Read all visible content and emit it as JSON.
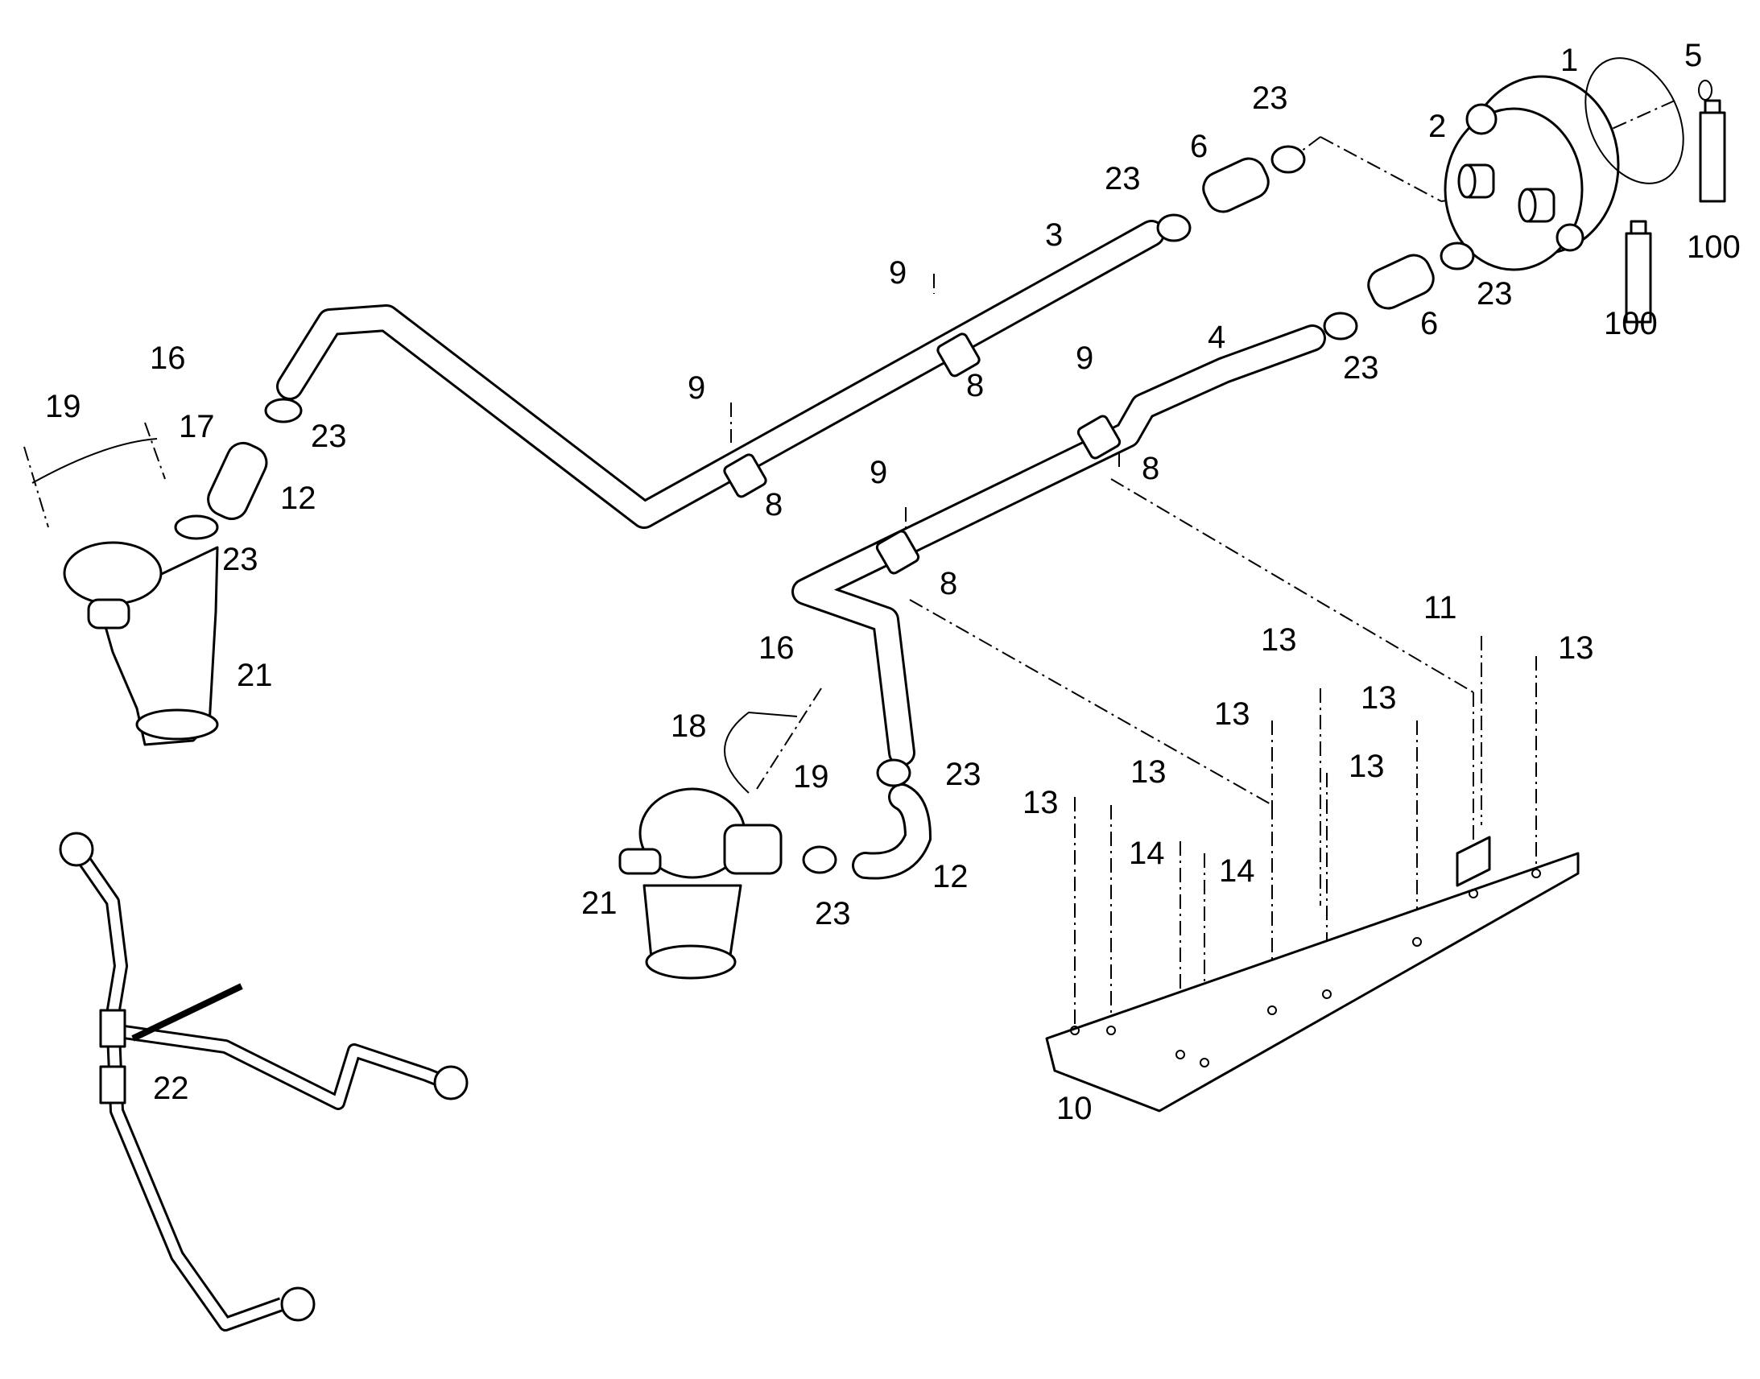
{
  "callouts": [
    {
      "id": "c1",
      "text": "1"
    },
    {
      "id": "c5",
      "text": "5"
    },
    {
      "id": "c2",
      "text": "2"
    },
    {
      "id": "c23a",
      "text": "23"
    },
    {
      "id": "c6a",
      "text": "6"
    },
    {
      "id": "c23b",
      "text": "23"
    },
    {
      "id": "c3",
      "text": "3"
    },
    {
      "id": "c100a",
      "text": "100"
    },
    {
      "id": "c100b",
      "text": "100"
    },
    {
      "id": "c23c",
      "text": "23"
    },
    {
      "id": "c6b",
      "text": "6"
    },
    {
      "id": "c23d",
      "text": "23"
    },
    {
      "id": "c4",
      "text": "4"
    },
    {
      "id": "c9a",
      "text": "9"
    },
    {
      "id": "c9b",
      "text": "9"
    },
    {
      "id": "c9c",
      "text": "9"
    },
    {
      "id": "c9d",
      "text": "9"
    },
    {
      "id": "c8a",
      "text": "8"
    },
    {
      "id": "c8b",
      "text": "8"
    },
    {
      "id": "c8c",
      "text": "8"
    },
    {
      "id": "c8d",
      "text": "8"
    },
    {
      "id": "c16a",
      "text": "16"
    },
    {
      "id": "c19a",
      "text": "19"
    },
    {
      "id": "c17",
      "text": "17"
    },
    {
      "id": "c23e",
      "text": "23"
    },
    {
      "id": "c12a",
      "text": "12"
    },
    {
      "id": "c23f",
      "text": "23"
    },
    {
      "id": "c21a",
      "text": "21"
    },
    {
      "id": "c16b",
      "text": "16"
    },
    {
      "id": "c18",
      "text": "18"
    },
    {
      "id": "c19b",
      "text": "19"
    },
    {
      "id": "c23g",
      "text": "23"
    },
    {
      "id": "c12b",
      "text": "12"
    },
    {
      "id": "c23h",
      "text": "23"
    },
    {
      "id": "c21b",
      "text": "21"
    },
    {
      "id": "c22",
      "text": "22"
    },
    {
      "id": "c11",
      "text": "11"
    },
    {
      "id": "c13a",
      "text": "13"
    },
    {
      "id": "c13b",
      "text": "13"
    },
    {
      "id": "c13c",
      "text": "13"
    },
    {
      "id": "c13d",
      "text": "13"
    },
    {
      "id": "c13e",
      "text": "13"
    },
    {
      "id": "c13f",
      "text": "13"
    },
    {
      "id": "c13g",
      "text": "13"
    },
    {
      "id": "c14a",
      "text": "14"
    },
    {
      "id": "c14b",
      "text": "14"
    },
    {
      "id": "c10",
      "text": "10"
    }
  ]
}
